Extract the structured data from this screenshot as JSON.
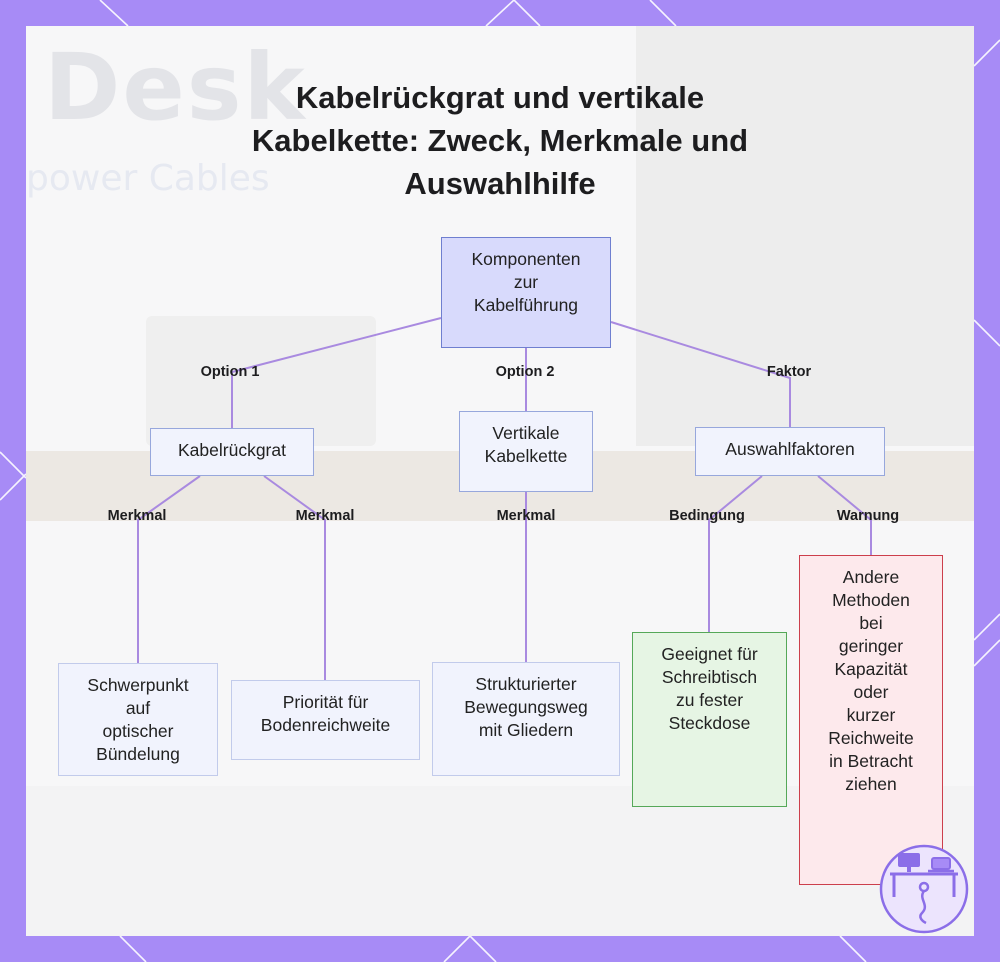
{
  "title_lines": [
    "Kabelrückgrat und vertikale",
    "Kabelkette: Zweck, Merkmale und",
    "Auswahlhilfe"
  ],
  "background_text": {
    "word": "Desk",
    "subtitle": "power Cables"
  },
  "nodes": {
    "root": {
      "lines": [
        "Komponenten",
        "zur",
        "Kabelführung"
      ]
    },
    "kabelrueckgrat": {
      "lines": [
        "Kabelrückgrat"
      ]
    },
    "vertikale_kabelkette": {
      "lines": [
        "Vertikale",
        "Kabelkette"
      ]
    },
    "auswahlfaktoren": {
      "lines": [
        "Auswahlfaktoren"
      ]
    },
    "schwerpunkt": {
      "lines": [
        "Schwerpunkt",
        "auf",
        "optischer",
        "Bündelung"
      ]
    },
    "prioritaet": {
      "lines": [
        "Priorität für",
        "Bodenreichweite"
      ]
    },
    "bewegungsweg": {
      "lines": [
        "Strukturierter",
        "Bewegungsweg",
        "mit Gliedern"
      ]
    },
    "geeignet": {
      "lines": [
        "Geeignet für",
        "Schreibtisch",
        "zu fester",
        "Steckdose"
      ]
    },
    "andere": {
      "lines": [
        "Andere",
        "Methoden",
        "bei",
        "geringer",
        "Kapazität",
        "oder",
        "kurzer",
        "Reichweite",
        "in Betracht",
        "ziehen"
      ]
    }
  },
  "edge_labels": {
    "option1": "Option 1",
    "option2": "Option 2",
    "faktor": "Faktor",
    "merkmal_a": "Merkmal",
    "merkmal_b": "Merkmal",
    "merkmal_c": "Merkmal",
    "bedingung": "Bedingung",
    "warnung": "Warnung"
  },
  "colors": {
    "frame": "#a78bf6",
    "edge": "#a98ae0",
    "root_fill": "#d8dafc",
    "green_border": "#55a858",
    "red_border": "#cc3f4c"
  },
  "logo_icon": "desk-cable-logo-icon"
}
